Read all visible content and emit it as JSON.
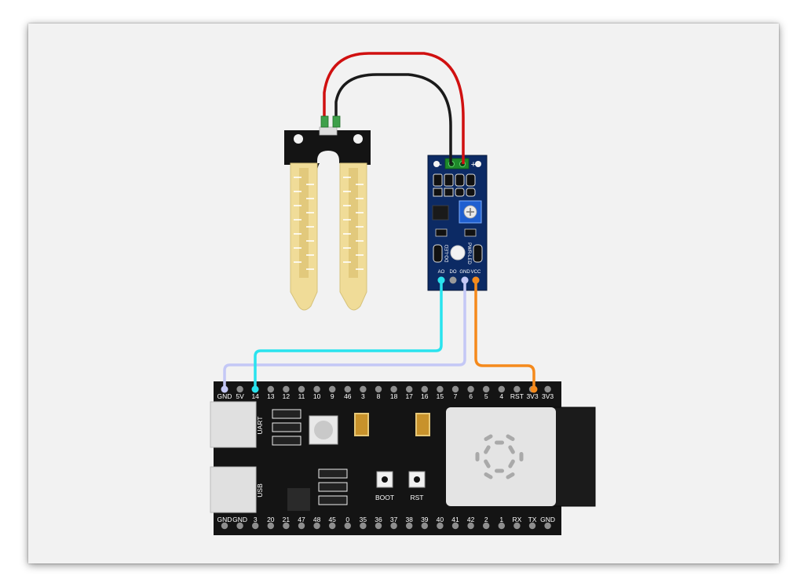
{
  "board": {
    "top_pins": [
      "GND",
      "5V",
      "14",
      "13",
      "12",
      "11",
      "10",
      "9",
      "46",
      "3",
      "8",
      "18",
      "17",
      "16",
      "15",
      "7",
      "6",
      "5",
      "4",
      "RST",
      "3V3",
      "3V3"
    ],
    "bottom_pins": [
      "GND",
      "GND",
      "3",
      "20",
      "21",
      "47",
      "48",
      "45",
      "0",
      "35",
      "36",
      "37",
      "38",
      "39",
      "40",
      "41",
      "42",
      "2",
      "1",
      "RX",
      "TX",
      "GND"
    ],
    "uart_label": "UART",
    "usb_label": "USB",
    "boot_label": "BOOT",
    "rst_label": "RST"
  },
  "sensor_module": {
    "pins": [
      "AO",
      "DO",
      "GND",
      "VCC"
    ],
    "minus_label": "-",
    "plus_label": "+",
    "led_labels": [
      "DO-LED",
      "PWR-LED"
    ]
  },
  "wires": {
    "probe_positive": "#d01010",
    "probe_negative": "#1a1a1a",
    "analog_signal": "#29e3ee",
    "ground": "#c4c8f6",
    "power": "#f58a1c"
  }
}
